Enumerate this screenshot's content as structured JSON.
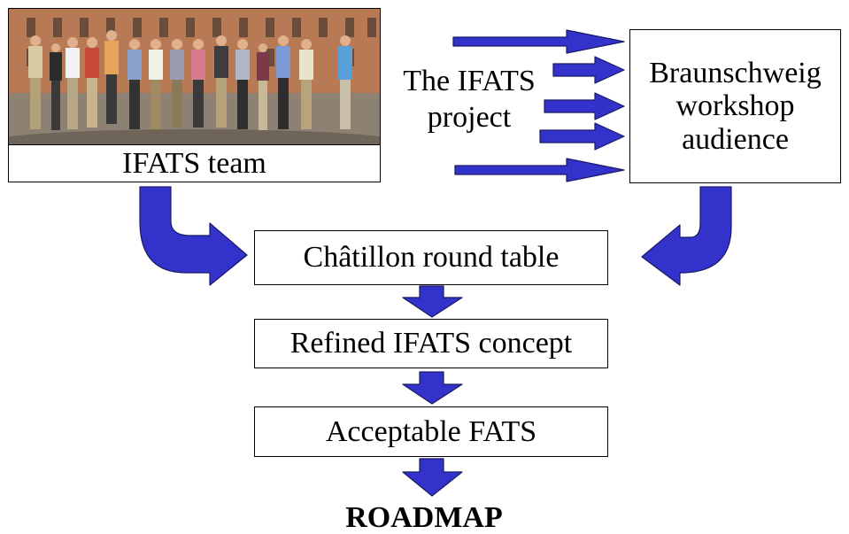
{
  "photo": {
    "caption": "IFATS team",
    "colors": {
      "building": "#b77a55",
      "windows": "#6b4b3a",
      "sky": "#c9a98e",
      "pavement": "#8c8172"
    }
  },
  "project_label": {
    "line1": "The IFATS",
    "line2": "project"
  },
  "audience_box": {
    "line1": "Braunschweig",
    "line2": "workshop",
    "line3": "audience"
  },
  "flow": [
    {
      "label": "Châtillon round table"
    },
    {
      "label": "Refined IFATS concept"
    },
    {
      "label": "Acceptable FATS"
    }
  ],
  "result": "ROADMAP",
  "colors": {
    "arrow_fill": "#3333cc",
    "arrow_stroke": "#1a1a66",
    "border": "#000000"
  },
  "icons": {
    "right_arrows": "arrow-right-icon",
    "down_arrows": "arrow-down-icon",
    "curved_arrows": "curved-arrow-icon"
  }
}
